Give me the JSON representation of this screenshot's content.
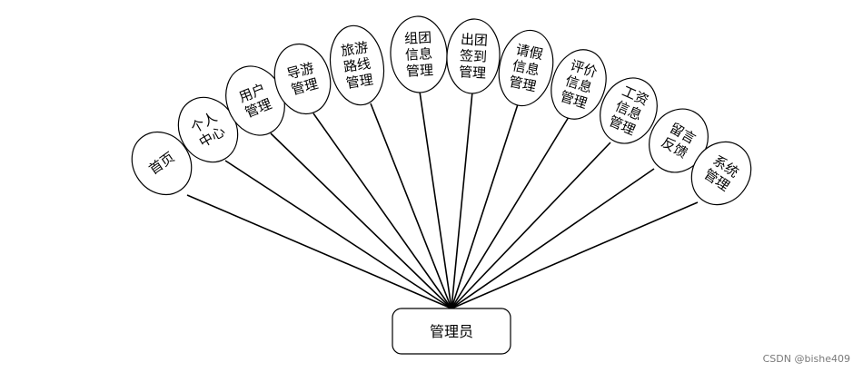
{
  "diagram": {
    "root": {
      "label": "管理员"
    },
    "nodes": [
      {
        "label": "首页"
      },
      {
        "label": "个人\n中心"
      },
      {
        "label": "用户\n管理"
      },
      {
        "label": "导游\n管理"
      },
      {
        "label": "旅游\n路线\n管理"
      },
      {
        "label": "组团\n信息\n管理"
      },
      {
        "label": "出团\n签到\n管理"
      },
      {
        "label": "请假\n信息\n管理"
      },
      {
        "label": "评价\n信息\n管理"
      },
      {
        "label": "工资\n信息\n管理"
      },
      {
        "label": "留言\n反馈"
      },
      {
        "label": "系统\n管理"
      }
    ]
  },
  "watermark": "CSDN @bishe409"
}
